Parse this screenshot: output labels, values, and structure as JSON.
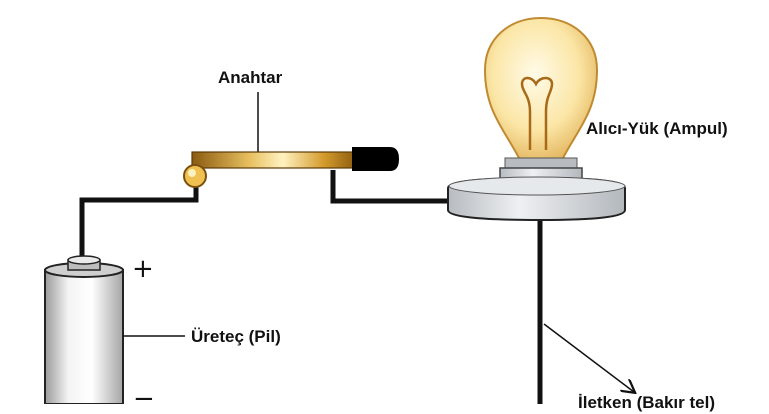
{
  "labels": {
    "switch": "Anahtar",
    "load": "Alıcı-Yük (Ampul)",
    "source": "Üreteç (Pil)",
    "conductor": "İletken (Bakır tel)"
  },
  "symbols": {
    "plus": "+",
    "minus": "−"
  },
  "colors": {
    "wire": "#111111",
    "switch_lever": "#c8941e",
    "switch_handle": "#000000",
    "bulb_glow": "#fbe6a6",
    "base": "#d7dadd",
    "battery": "#e3e3e3"
  }
}
